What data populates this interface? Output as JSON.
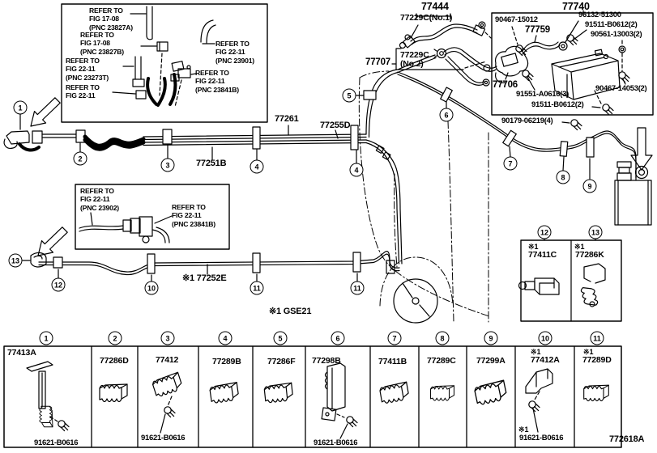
{
  "page": {
    "background": "#ffffff",
    "ink": "#000000",
    "drawing_code": "772618A",
    "footnote": "※1 GSE21"
  },
  "top_left_inset": {
    "refs": {
      "r1": "REFER TO\nFIG 17-08\n(PNC 23827A)",
      "r2": "REFER TO\nFIG 17-08\n(PNC 23827B)",
      "r3": "REFER TO\nFIG 22-11\n(PNC 23273T)",
      "r4": "REFER TO\nFIG 22-11",
      "r5": "REFER TO\nFIG 22-11\n(PNC 23901)",
      "r6": "REFER TO\nFIG 22-11\n(PNC 23841B)"
    }
  },
  "mid_left_inset": {
    "refs": {
      "m1": "REFER TO\nFIG 22-11\n(PNC 23902)",
      "m2": "REFER TO\nFIG 22-11\n(PNC 23841B)"
    }
  },
  "labels": {
    "t77444": "77444",
    "t77229c_no1": "77229C(No.1)",
    "t77229c_no2": "77229C\n(No.2)",
    "t77707": "77707",
    "t77740": "77740",
    "t90467_15012": "90467-15012",
    "t96132_51300": "96132-51300",
    "t91511_b0612_a": "91511-B0612(2)",
    "t90561_13003": "90561-13003(2)",
    "t77759": "77759",
    "t77706": "77706",
    "t91551_a0616": "91551-A0616(3)",
    "t91511_b0612_b": "91511-B0612(2)",
    "t90467_14053": "90467-14053(2)",
    "t90179_06219": "90179-06219(4)",
    "t77261": "77261",
    "t77255d": "77255D",
    "t77251b": "77251B",
    "t77252e": "※1 77252E"
  },
  "callouts": {
    "c1": "1",
    "c2": "2",
    "c3": "3",
    "c4": "4",
    "c5": "5",
    "c6": "6",
    "c7": "7",
    "c8": "8",
    "c9": "9",
    "c10": "10",
    "c11": "11",
    "c12": "12",
    "c13": "13"
  },
  "right_inset": {
    "cell12": {
      "note": "※1",
      "part": "77411C"
    },
    "cell13": {
      "note": "※1",
      "part": "77286K"
    }
  },
  "parts_table": {
    "col1": {
      "part": "77413A",
      "bolt": "91621-B0616"
    },
    "col2": {
      "part": "77286D"
    },
    "col3": {
      "part": "77412",
      "bolt": "91621-B0616"
    },
    "col4": {
      "part": "77289B"
    },
    "col5": {
      "part": "77286F"
    },
    "col6": {
      "part": "77298B",
      "bolt": "91621-B0616"
    },
    "col7": {
      "part": "77411B"
    },
    "col8": {
      "part": "77289C"
    },
    "col9": {
      "part": "77299A"
    },
    "col10": {
      "note": "※1",
      "part": "77412A",
      "bolt_note": "※1",
      "bolt": "91621-B0616"
    },
    "col11": {
      "note": "※1",
      "part": "77289D"
    }
  }
}
